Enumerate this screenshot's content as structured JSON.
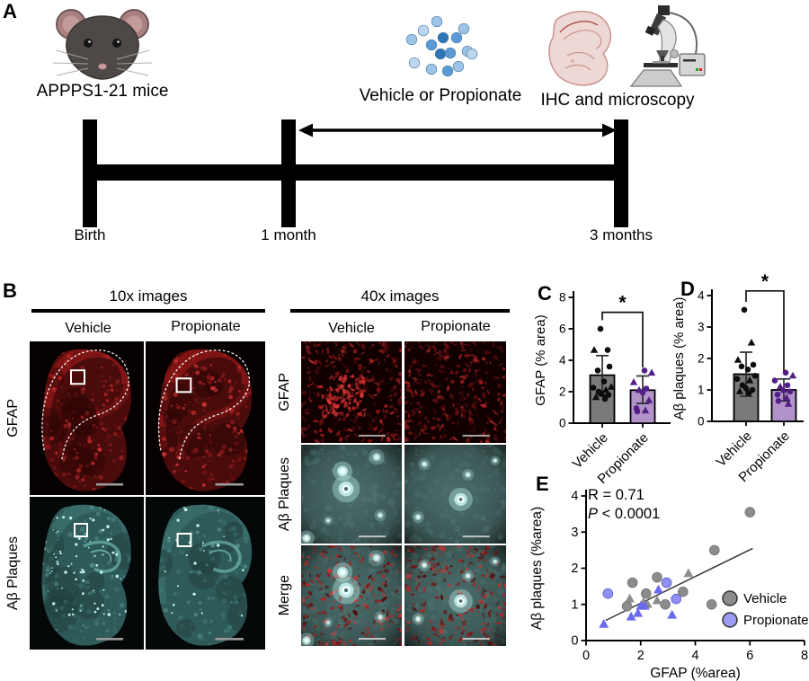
{
  "panel_a": {
    "label": "A",
    "mouse_label": "APPPS1-21 mice",
    "treatment_label": "Vehicle or Propionate",
    "endpoint_label": "IHC and microscopy",
    "timeline_labels": [
      "Birth",
      "1 month",
      "3 months"
    ],
    "icons": [
      "mouse-icon",
      "treatment-dots-icon",
      "brain-section-icon",
      "microscope-icon"
    ]
  },
  "panel_b": {
    "label": "B",
    "ten_x": {
      "title": "10x images",
      "columns": [
        "Vehicle",
        "Propionate"
      ],
      "rows": [
        "GFAP",
        "Aβ Plaques"
      ]
    },
    "forty_x": {
      "title": "40x images",
      "columns": [
        "Vehicle",
        "Propionate"
      ],
      "rows": [
        "GFAP",
        "Aβ Plaques",
        "Merge"
      ]
    }
  },
  "palette": {
    "vehicle_bar": "#7a7a7a",
    "propionate_bar": "#b292c9",
    "vehicle_point": "#0d0d0d",
    "propionate_point": "#531f86",
    "scatter_vehicle": "#8c8c8c",
    "scatter_propionate": "#8c8cf0",
    "gfap_red": "#8d1717",
    "abeta_teal": "#7cc4bf"
  },
  "chart_data": [
    {
      "id": "panel_c",
      "panel_label": "C",
      "type": "bar",
      "categories": [
        "Vehicle",
        "Propionate"
      ],
      "bar_means": [
        3.05,
        2.1
      ],
      "error_low": [
        1.8,
        1.25
      ],
      "error_high": [
        4.3,
        3.0
      ],
      "points": {
        "Vehicle": [
          {
            "v": 6.0,
            "m": "c"
          },
          {
            "v": 4.65,
            "m": "c"
          },
          {
            "v": 4.65,
            "m": "t"
          },
          {
            "v": 3.6,
            "m": "c"
          },
          {
            "v": 3.35,
            "m": "c"
          },
          {
            "v": 2.65,
            "m": "c"
          },
          {
            "v": 2.3,
            "m": "t"
          },
          {
            "v": 2.25,
            "m": "c"
          },
          {
            "v": 2.1,
            "m": "t"
          },
          {
            "v": 2.0,
            "m": "c"
          },
          {
            "v": 1.85,
            "m": "t"
          },
          {
            "v": 1.8,
            "m": "c"
          },
          {
            "v": 1.65,
            "m": "t"
          },
          {
            "v": 1.55,
            "m": "c"
          }
        ],
        "Propionate": [
          {
            "v": 3.35,
            "m": "c"
          },
          {
            "v": 3.2,
            "m": "t"
          },
          {
            "v": 2.6,
            "m": "t"
          },
          {
            "v": 2.2,
            "m": "c"
          },
          {
            "v": 2.1,
            "m": "t"
          },
          {
            "v": 1.95,
            "m": "c"
          },
          {
            "v": 1.45,
            "m": "t"
          },
          {
            "v": 0.95,
            "m": "c"
          },
          {
            "v": 0.8,
            "m": "t"
          },
          {
            "v": 0.75,
            "m": "c"
          }
        ]
      },
      "significance": "*",
      "bracket": {
        "top": 7.05,
        "left_drop": 6.55,
        "right_drop": 3.55
      },
      "ylabel": "GFAP (% area)",
      "ylim": [
        0,
        8
      ],
      "yticks": [
        0,
        2,
        4,
        6,
        8
      ],
      "bar_colors": [
        "#7a7a7a",
        "#b292c9"
      ],
      "point_colors": [
        "#0d0d0d",
        "#531f86"
      ]
    },
    {
      "id": "panel_d",
      "panel_label": "D",
      "type": "bar",
      "categories": [
        "Vehicle",
        "Propionate"
      ],
      "bar_means": [
        1.5,
        1.0
      ],
      "error_low": [
        0.8,
        0.65
      ],
      "error_high": [
        2.2,
        1.35
      ],
      "points": {
        "Vehicle": [
          {
            "v": 3.55,
            "m": "c"
          },
          {
            "v": 2.5,
            "m": "t"
          },
          {
            "v": 1.95,
            "m": "t"
          },
          {
            "v": 1.8,
            "m": "c"
          },
          {
            "v": 1.75,
            "m": "c"
          },
          {
            "v": 1.65,
            "m": "c"
          },
          {
            "v": 1.45,
            "m": "c"
          },
          {
            "v": 1.35,
            "m": "c"
          },
          {
            "v": 1.3,
            "m": "t"
          },
          {
            "v": 1.15,
            "m": "c"
          },
          {
            "v": 1.05,
            "m": "c"
          },
          {
            "v": 1.0,
            "m": "c"
          },
          {
            "v": 0.95,
            "m": "t"
          },
          {
            "v": 0.9,
            "m": "c"
          }
        ],
        "Propionate": [
          {
            "v": 1.55,
            "m": "c"
          },
          {
            "v": 1.45,
            "m": "t"
          },
          {
            "v": 1.3,
            "m": "c"
          },
          {
            "v": 1.15,
            "m": "c"
          },
          {
            "v": 1.1,
            "m": "t"
          },
          {
            "v": 1.0,
            "m": "t"
          },
          {
            "v": 0.95,
            "m": "c"
          },
          {
            "v": 0.85,
            "m": "c"
          },
          {
            "v": 0.75,
            "m": "t"
          },
          {
            "v": 0.65,
            "m": "c"
          },
          {
            "v": 0.55,
            "m": "t"
          }
        ]
      },
      "significance": "*",
      "bracket": {
        "top": 4.15,
        "left_drop": 3.8,
        "right_drop": 1.6
      },
      "ylabel": "Aβ plaques (% area)",
      "ylim": [
        0,
        4
      ],
      "yticks": [
        0,
        1,
        2,
        3,
        4
      ],
      "bar_colors": [
        "#7a7a7a",
        "#b292c9"
      ],
      "point_colors": [
        "#0d0d0d",
        "#531f86"
      ]
    },
    {
      "id": "panel_e",
      "panel_label": "E",
      "type": "scatter",
      "annotations": [
        "R = 0.71",
        "P < 0.0001"
      ],
      "xlabel": "GFAP (%area)",
      "ylabel": "Aβ plaques (%area)",
      "xlim": [
        0,
        8
      ],
      "xticks": [
        0,
        2,
        4,
        6,
        8
      ],
      "ylim": [
        0,
        4
      ],
      "yticks": [
        0,
        1,
        2,
        3,
        4
      ],
      "trendline": {
        "x1": 0.72,
        "y1": 0.56,
        "x2": 6.1,
        "y2": 2.55
      },
      "series": [
        {
          "name": "Vehicle",
          "color": "#8c8c8c",
          "edge": "#757575",
          "tri_color": "#8c8c8c",
          "points": [
            [
              6.0,
              3.55,
              "c"
            ],
            [
              4.7,
              2.5,
              "c"
            ],
            [
              4.6,
              1.0,
              "c"
            ],
            [
              3.75,
              1.85,
              "t"
            ],
            [
              3.55,
              1.35,
              "c"
            ],
            [
              2.9,
              1.0,
              "c"
            ],
            [
              2.6,
              1.75,
              "c"
            ],
            [
              2.6,
              1.1,
              "t"
            ],
            [
              2.25,
              1.0,
              "t"
            ],
            [
              2.2,
              1.3,
              "c"
            ],
            [
              2.1,
              1.05,
              "t"
            ],
            [
              1.7,
              1.6,
              "c"
            ],
            [
              1.6,
              1.15,
              "t"
            ],
            [
              1.5,
              0.95,
              "c"
            ]
          ]
        },
        {
          "name": "Propionate",
          "color": "#8f8ff2",
          "edge": "#5c5ccf",
          "tri_color": "#6a6aef",
          "points": [
            [
              0.8,
              1.3,
              "c"
            ],
            [
              2.95,
              1.6,
              "c"
            ],
            [
              3.3,
              1.15,
              "c"
            ],
            [
              0.65,
              0.45,
              "t"
            ],
            [
              1.65,
              0.65,
              "t"
            ],
            [
              1.9,
              0.75,
              "t"
            ],
            [
              2.0,
              0.95,
              "t"
            ],
            [
              2.15,
              0.95,
              "t"
            ],
            [
              2.65,
              1.4,
              "t"
            ],
            [
              3.15,
              0.7,
              "t"
            ]
          ]
        }
      ],
      "legend": [
        {
          "label": "Vehicle",
          "color": "#8c8c8c"
        },
        {
          "label": "Propionate",
          "color": "#9c9cf2"
        }
      ],
      "legend_position": "lower right",
      "grid": false
    }
  ]
}
